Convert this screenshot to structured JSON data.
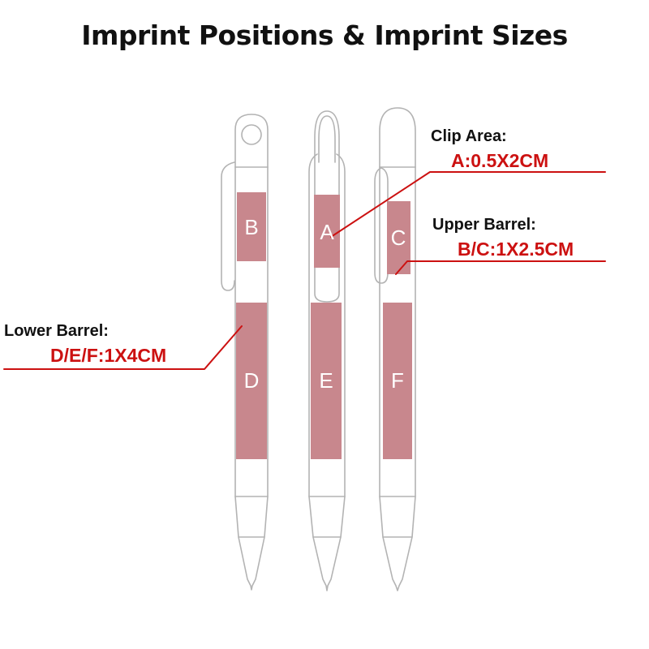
{
  "title": "Imprint Positions & Imprint Sizes",
  "pens": {
    "left": {
      "upper_label": "B",
      "lower_label": "D"
    },
    "middle": {
      "upper_label": "A",
      "lower_label": "E"
    },
    "right": {
      "upper_label": "C",
      "lower_label": "F"
    }
  },
  "annotations": {
    "clip_area": {
      "label": "Clip Area:",
      "size": "A:0.5X2CM"
    },
    "upper_barrel": {
      "label": "Upper Barrel:",
      "size": "B/C:1X2.5CM"
    },
    "lower_barrel": {
      "label": "Lower Barrel:",
      "size": "D/E/F:1X4CM"
    }
  },
  "colors": {
    "imprint_area_fill": "#c8878d",
    "imprint_letter": "#ffffff",
    "annotation_red": "#cc1111",
    "pen_outline_gray": "#b3b3b3",
    "title_black": "#111111",
    "background": "#ffffff"
  }
}
